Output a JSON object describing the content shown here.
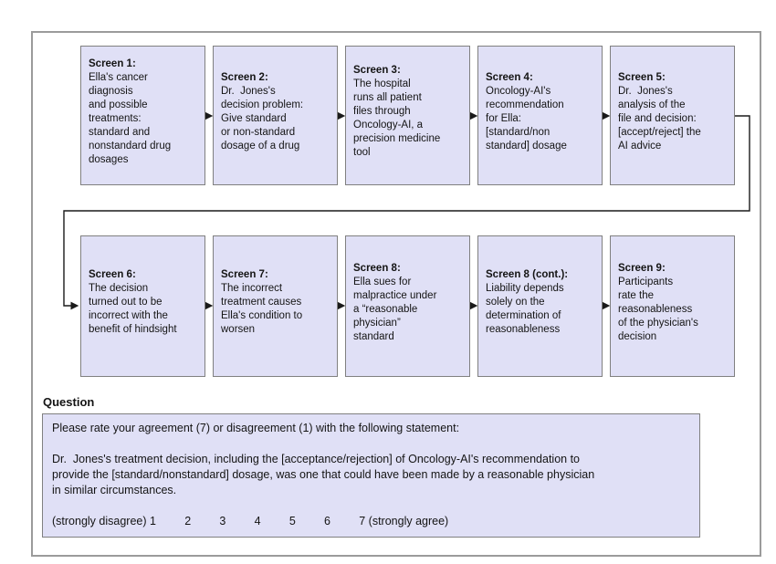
{
  "flow": {
    "screens": [
      {
        "heading": "Screen 1:",
        "body": "Ella's cancer\ndiagnosis\nand possible\ntreatments:\nstandard and\nnonstandard drug\ndosages"
      },
      {
        "heading": "Screen 2:",
        "body": "Dr.  Jones's\ndecision problem:\nGive standard\nor non-standard\ndosage of a drug"
      },
      {
        "heading": "Screen 3:",
        "body": "The hospital\nruns all patient\nfiles through\nOncology-AI, a\nprecision medicine\ntool"
      },
      {
        "heading": "Screen 4:",
        "body": "Oncology-AI's\nrecommendation\nfor Ella:\n[standard/non\nstandard] dosage"
      },
      {
        "heading": "Screen 5:",
        "body": "Dr.  Jones's\nanalysis of the\nfile and decision:\n[accept/reject] the\nAI advice"
      },
      {
        "heading": "Screen 6:",
        "body": "The decision\nturned out to be\nincorrect with the\nbenefit of hindsight"
      },
      {
        "heading": "Screen 7:",
        "body": "The incorrect\ntreatment causes\nElla's condition to\nworsen"
      },
      {
        "heading": "Screen 8:",
        "body": "Ella sues for\nmalpractice under\na “reasonable\nphysician”\nstandard"
      },
      {
        "heading": "Screen 8 (cont.):",
        "body": "Liability depends\nsolely on the\ndetermination of\nreasonableness"
      },
      {
        "heading": "Screen 9:",
        "body": "Participants\nrate the\nreasonableness\nof the physician's\ndecision"
      }
    ],
    "connector_icons": [
      "right-arrow-icon",
      "wrap-around-arrow-icon"
    ]
  },
  "question": {
    "label": "Question",
    "intro": "Please rate your agreement (7) or disagreement (1) with the following statement:",
    "statement": "Dr.  Jones's treatment decision, including the [acceptance/rejection] of Oncology-AI's recommendation to\nprovide the [standard/nonstandard] dosage, was one that could have been made by a reasonable physician\nin similar circumstances.",
    "scale": "(strongly disagree) 1         2         3         4         5         6         7 (strongly agree)"
  },
  "colors": {
    "box_fill": "#e0e0f6",
    "box_border": "#808080",
    "frame_border": "#9b9b9b",
    "arrow": "#1a1a1a",
    "text": "#141414"
  }
}
